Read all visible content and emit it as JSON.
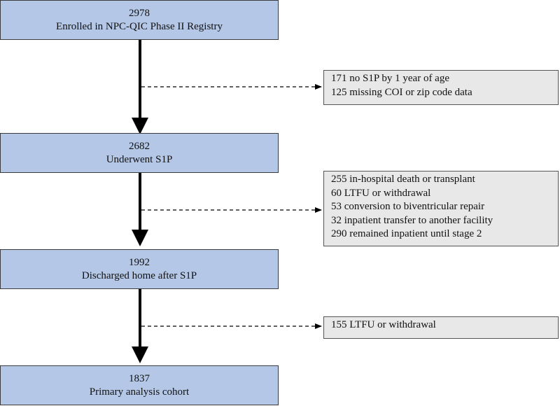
{
  "stages": [
    {
      "count": "2978",
      "label": "Enrolled in NPC-QIC Phase II Registry"
    },
    {
      "count": "2682",
      "label": "Underwent S1P"
    },
    {
      "count": "1992",
      "label": "Discharged home after S1P"
    },
    {
      "count": "1837",
      "label": "Primary analysis cohort"
    }
  ],
  "exclusions": [
    {
      "lines": [
        "171 no S1P by 1 year of age",
        "125 missing COI or zip code data"
      ]
    },
    {
      "lines": [
        "255 in-hospital death or transplant",
        "60 LTFU or withdrawal",
        "53 conversion to biventricular repair",
        "32 inpatient transfer to another facility",
        "290 remained inpatient until stage 2"
      ]
    },
    {
      "lines": [
        "155 LTFU or withdrawal"
      ]
    }
  ],
  "colors": {
    "stage_fill": "#b4c7e7",
    "exclusion_fill": "#e8e8e8",
    "arrow": "#000000"
  }
}
